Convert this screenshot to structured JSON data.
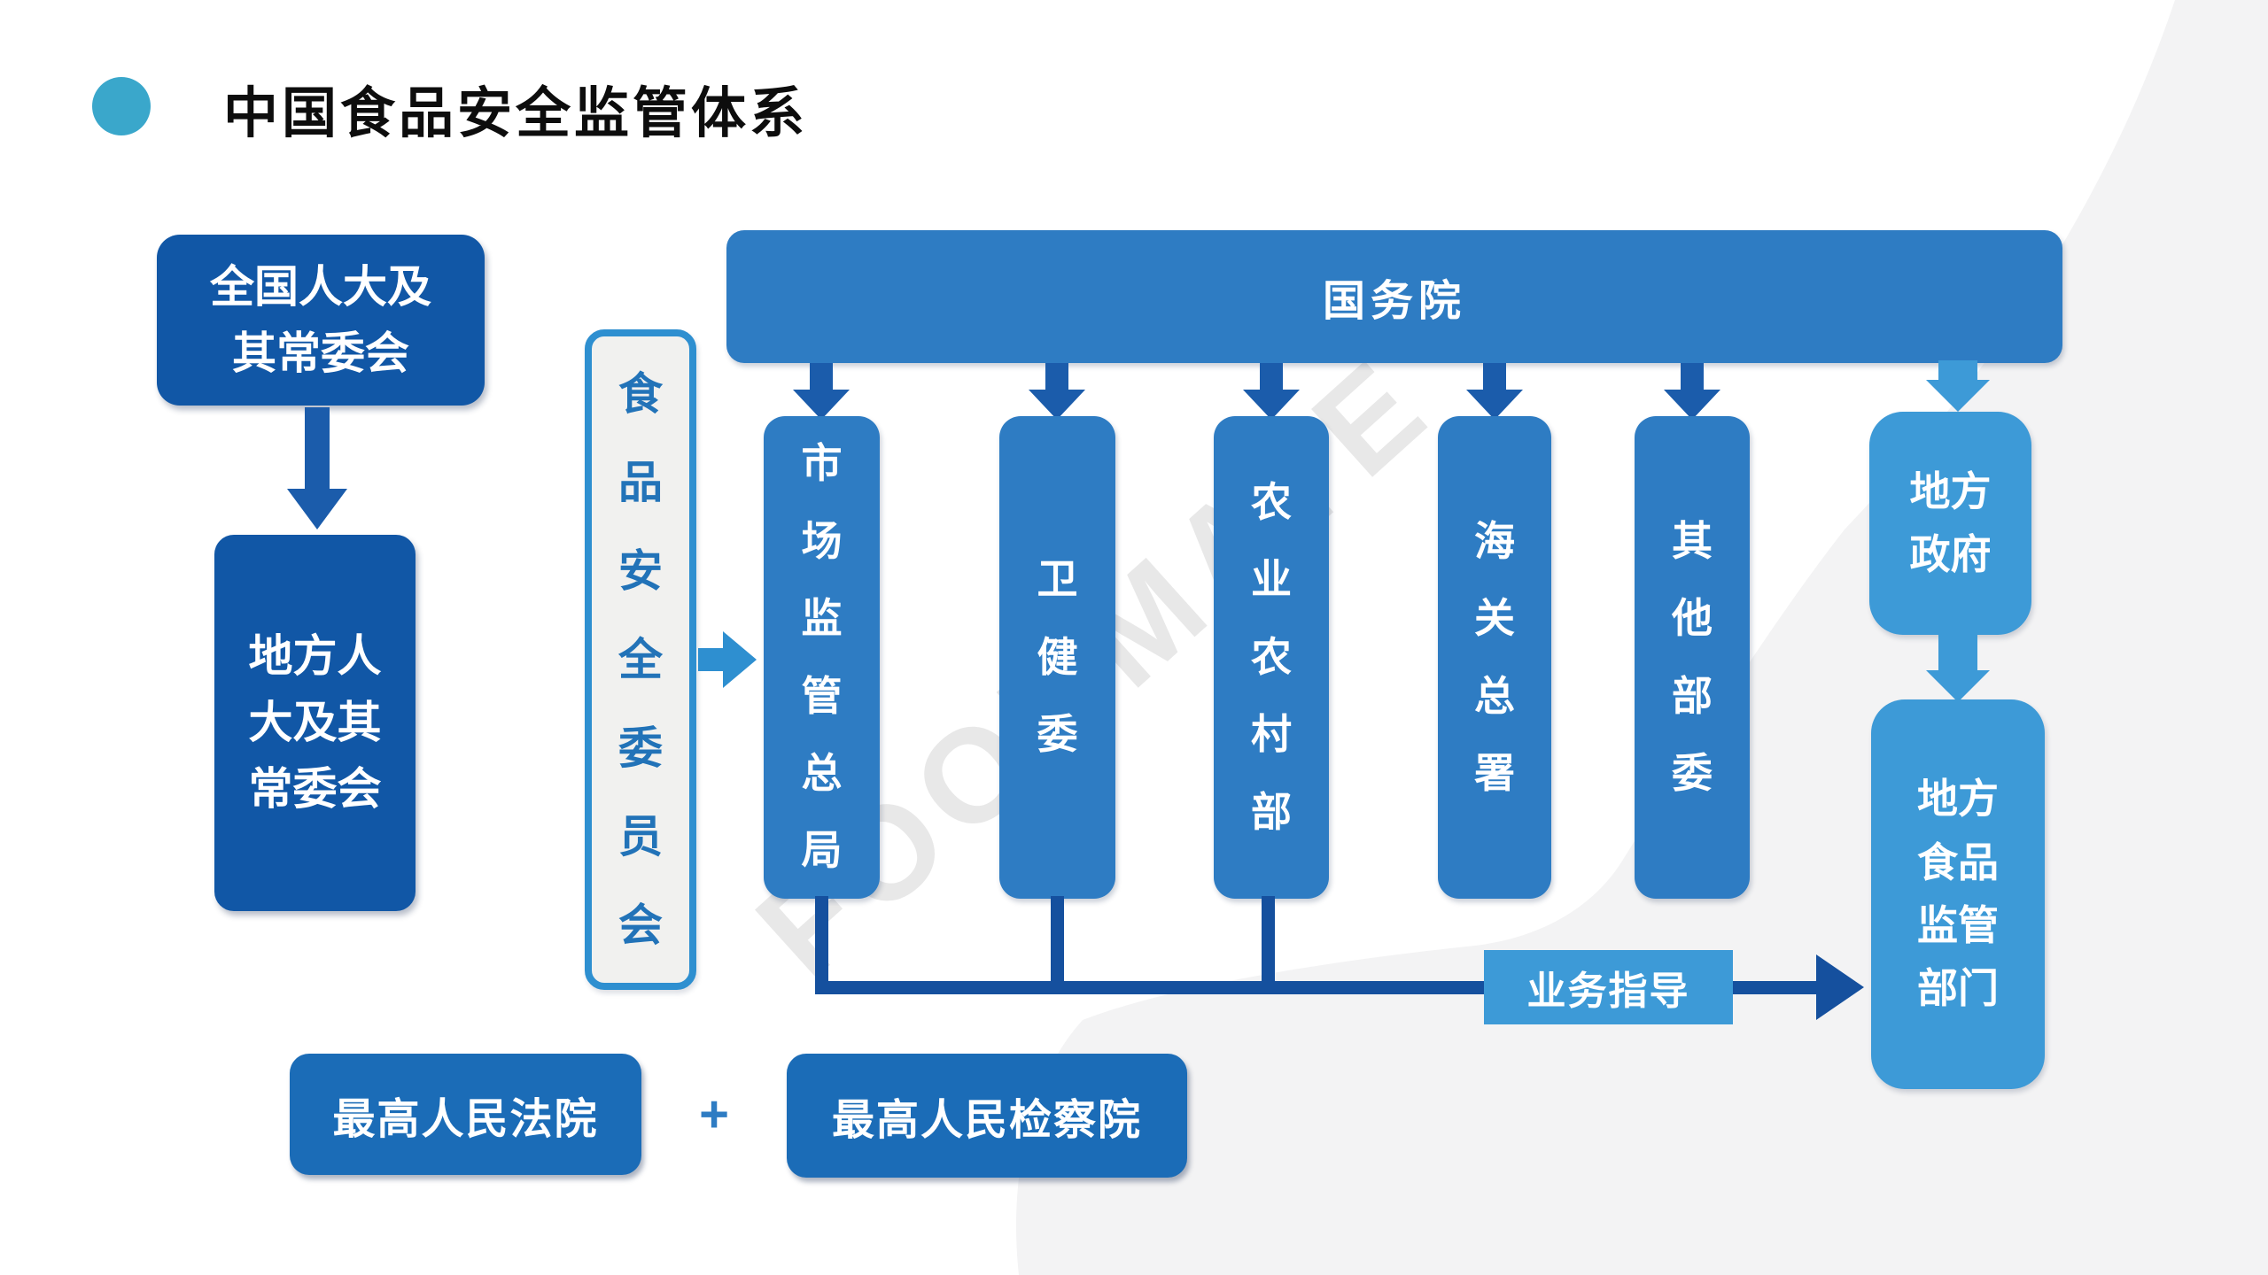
{
  "title": {
    "text": "中国食品安全监管体系"
  },
  "watermark": {
    "text": "FOODMATE"
  },
  "colors": {
    "navy": "#1157a6",
    "medium_blue": "#2e7cc3",
    "light_blue": "#3d9ad7",
    "court_blue": "#1b6cb7",
    "arrow_dark": "#1b5cab",
    "connector": "#15509e",
    "committee_text": "#2273b8",
    "title_bullet": "#3aa7cb",
    "background_gray": "#f3f3f4"
  },
  "diagram": {
    "npc": "全国人大及其常委会",
    "local_npc": "地方人大及其常委会",
    "food_safety_committee": "食品安全委员会",
    "state_council": "国务院",
    "ministries": [
      "市场监管总局",
      "卫健委",
      "农业农村部",
      "海关总署",
      "其他部委"
    ],
    "local_government": "地方政府",
    "local_food_regulator": "地方食品监管部门",
    "guidance_label": "业务指导",
    "supreme_court": "最高人民法院",
    "plus": "+",
    "supreme_procuratorate": "最高人民检察院"
  }
}
